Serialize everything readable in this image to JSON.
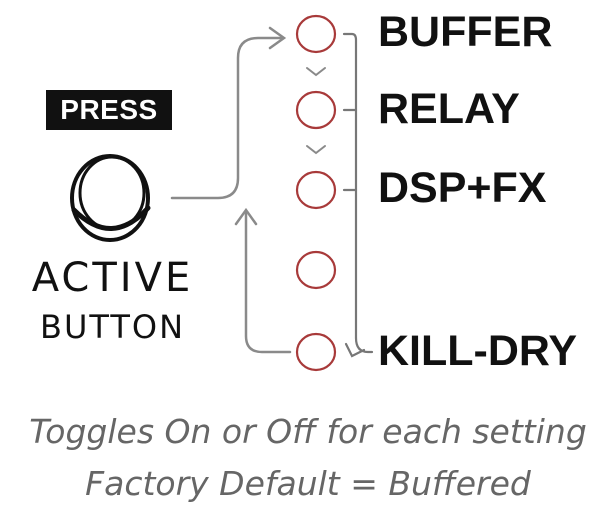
{
  "press_label": "PRESS",
  "active_label": "ACTIVE",
  "button_label": "BUTTON",
  "settings": [
    {
      "label": "BUFFER"
    },
    {
      "label": "RELAY"
    },
    {
      "label": "DSP+FX"
    },
    {
      "label": ""
    },
    {
      "label": "KILL-DRY"
    }
  ],
  "caption_line1": "Toggles On or Off for each setting",
  "caption_line2": "Factory Default = Buffered",
  "colors": {
    "ink": "#111111",
    "arrow": "#8a8a8a",
    "setting_circle": "#a83a3a",
    "caption": "#666666"
  }
}
